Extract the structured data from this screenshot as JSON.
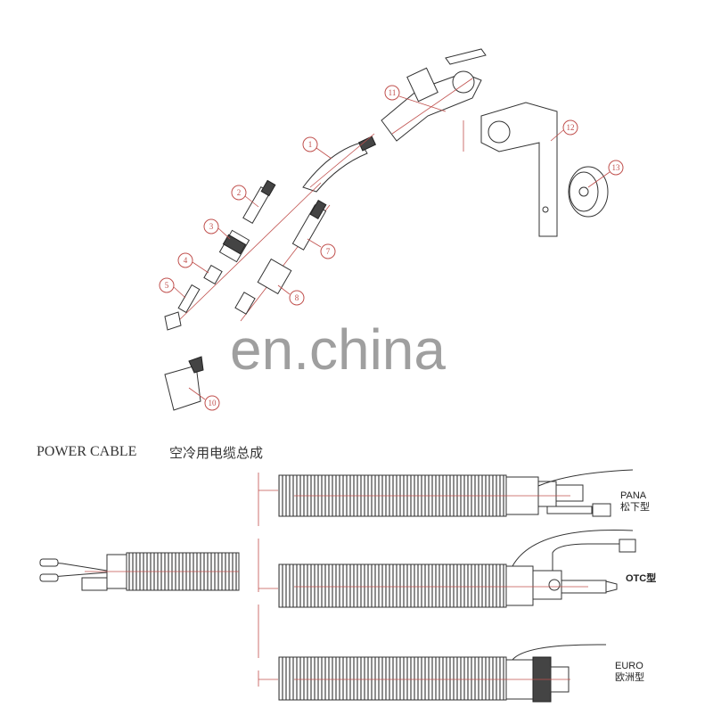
{
  "section_title": "POWER CABLE",
  "section_title_cn": "空冷用电缆总成",
  "watermark": "en.china",
  "callouts": [
    "1",
    "2",
    "3",
    "4",
    "5",
    "7",
    "8",
    "10",
    "11",
    "12",
    "13"
  ],
  "connector_labels": {
    "pana": {
      "name": "PANA",
      "cn": "松下型"
    },
    "otc": {
      "name": "OTC型"
    },
    "euro": {
      "name": "EURO",
      "cn": "欧洲型"
    }
  },
  "colors": {
    "leader": "#c0504d",
    "line": "#333333"
  }
}
